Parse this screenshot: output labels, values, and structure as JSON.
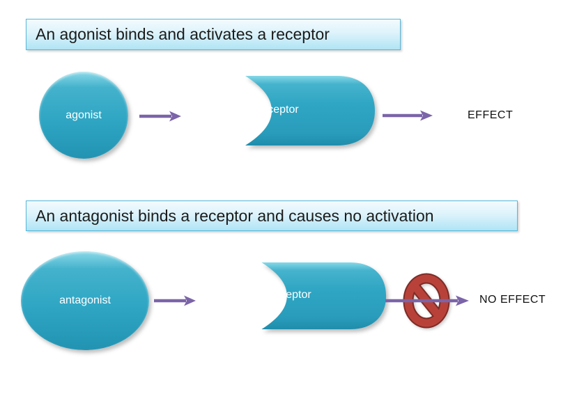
{
  "colors": {
    "shape_teal": "#2fa6c4",
    "shape_teal_light": "#8ad9e8",
    "shape_teal_dark": "#2293b2",
    "banner_fill_top": "#f2fbfe",
    "banner_fill_bottom": "#b0e4f5",
    "banner_border": "#56b7d9",
    "arrow_purple": "#7b64a8",
    "no_symbol_red": "#b8423a",
    "no_symbol_red_dark": "#7e2b26",
    "text_dark": "#1b1b1b",
    "shape_label_white": "#ffffff"
  },
  "sections": [
    {
      "banner": "An agonist binds and activates a receptor",
      "ligand_label": "agonist",
      "receptor_label": "receptor",
      "result_label": "EFFECT"
    },
    {
      "banner": "An antagonist binds a receptor and causes no activation",
      "ligand_label": "antagonist",
      "receptor_label": "receptor",
      "result_label": "NO EFFECT"
    }
  ]
}
